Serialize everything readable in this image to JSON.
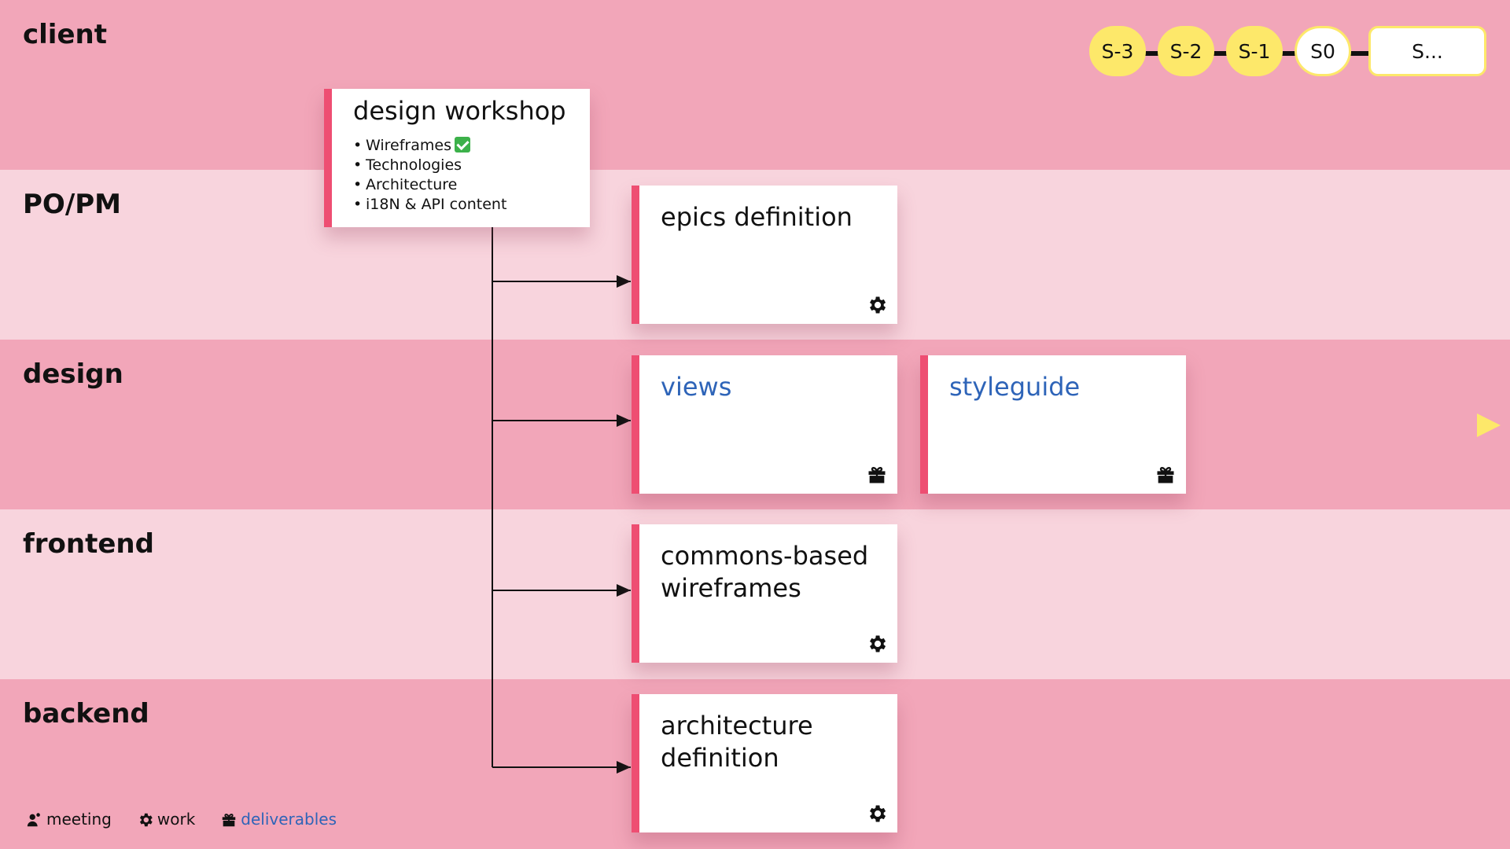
{
  "lanes": [
    {
      "name": "client"
    },
    {
      "name": "PO/PM"
    },
    {
      "name": "design"
    },
    {
      "name": "frontend"
    },
    {
      "name": "backend"
    }
  ],
  "timeline": {
    "stages": [
      "S-3",
      "S-2",
      "S-1",
      "S0",
      "S..."
    ]
  },
  "workshop": {
    "title": "design workshop",
    "items": [
      "Wireframes",
      "Technologies",
      "Architecture",
      "i18N & API content"
    ],
    "done_icon": "check-mark-icon"
  },
  "cards": {
    "epics": {
      "title": "epics definition",
      "icon": "gear-icon"
    },
    "views": {
      "title": "views",
      "icon": "gift-icon"
    },
    "styleguide": {
      "title": "styleguide",
      "icon": "gift-icon"
    },
    "wireframes": {
      "title": "commons-based wireframes",
      "icon": "gear-icon"
    },
    "architecture": {
      "title": "architecture definition",
      "icon": "gear-icon"
    }
  },
  "legend": {
    "meeting": "meeting",
    "work": "work",
    "deliverables": "deliverables"
  },
  "colors": {
    "lane_dark": "#f2a6b9",
    "lane_light": "#f8d4dd",
    "card_accent": "#ee4e72",
    "stage_yellow": "#fde86a",
    "deliverable_blue": "#2e64b8"
  }
}
